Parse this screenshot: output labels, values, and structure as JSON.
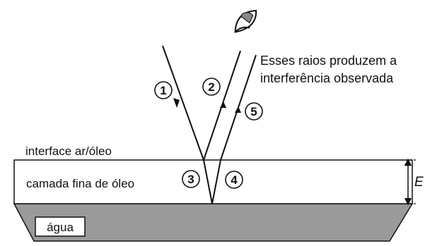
{
  "labels": {
    "caption_line1": "Esses raios produzem a",
    "caption_line2": "interferência observada",
    "interface": "interface ar/óleo",
    "oil_layer": "camada fina de óleo",
    "water": "água",
    "thickness": "E"
  },
  "ray_numbers": [
    "1",
    "2",
    "3",
    "4",
    "5"
  ],
  "colors": {
    "oil_fill": "#ffffff",
    "water_fill": "#9a9a9a",
    "eye_iris": "#8a8a8a",
    "stroke": "#111111"
  },
  "icons": [
    "eye-icon"
  ]
}
